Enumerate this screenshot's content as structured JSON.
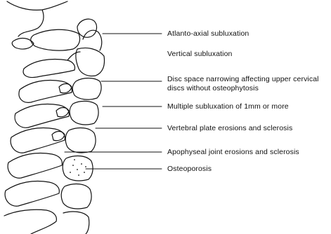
{
  "labels": [
    {
      "id": "atlanto-axial",
      "text": "Atlanto-axial subluxation"
    },
    {
      "id": "vertical",
      "text": "Vertical subluxation"
    },
    {
      "id": "disc-space-1",
      "text": "Disc space narrowing affecting upper cervical"
    },
    {
      "id": "disc-space-2",
      "text": "discs without osteophytosis"
    },
    {
      "id": "multiple-subluxation",
      "text": "Multiple subluxation of 1mm or more"
    },
    {
      "id": "vertebral-plate",
      "text": "Vertebral plate erosions and sclerosis"
    },
    {
      "id": "apophyseal",
      "text": "Apophyseal joint erosions and sclerosis"
    },
    {
      "id": "osteoporosis",
      "text": "Osteoporosis"
    }
  ],
  "colors": {
    "ink": "#111111",
    "background": "#ffffff"
  }
}
